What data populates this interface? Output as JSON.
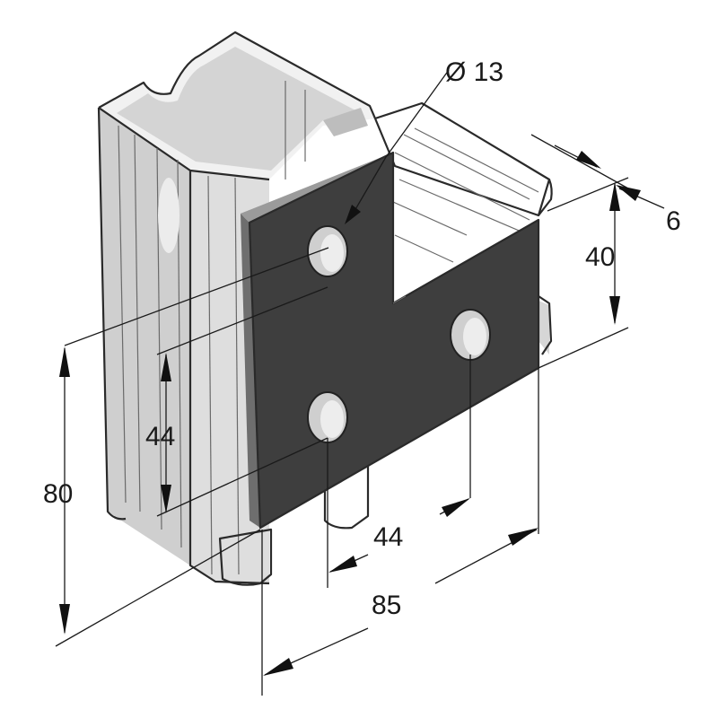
{
  "drawing": {
    "dimensions": {
      "hole_diameter": "Ø 13",
      "plate_thickness": "6",
      "top_offset": "40",
      "vertical_hole_spacing": "44",
      "horizontal_hole_spacing": "44",
      "plate_height": "80",
      "plate_width": "85"
    },
    "colors": {
      "plate": "#3e3e3e",
      "plate_edge": "#555555",
      "profile_light": "#e8e8e8",
      "profile_mid": "#c9c9c9",
      "profile_dark": "#a6a6a6",
      "line": "#1a1a1a"
    }
  }
}
